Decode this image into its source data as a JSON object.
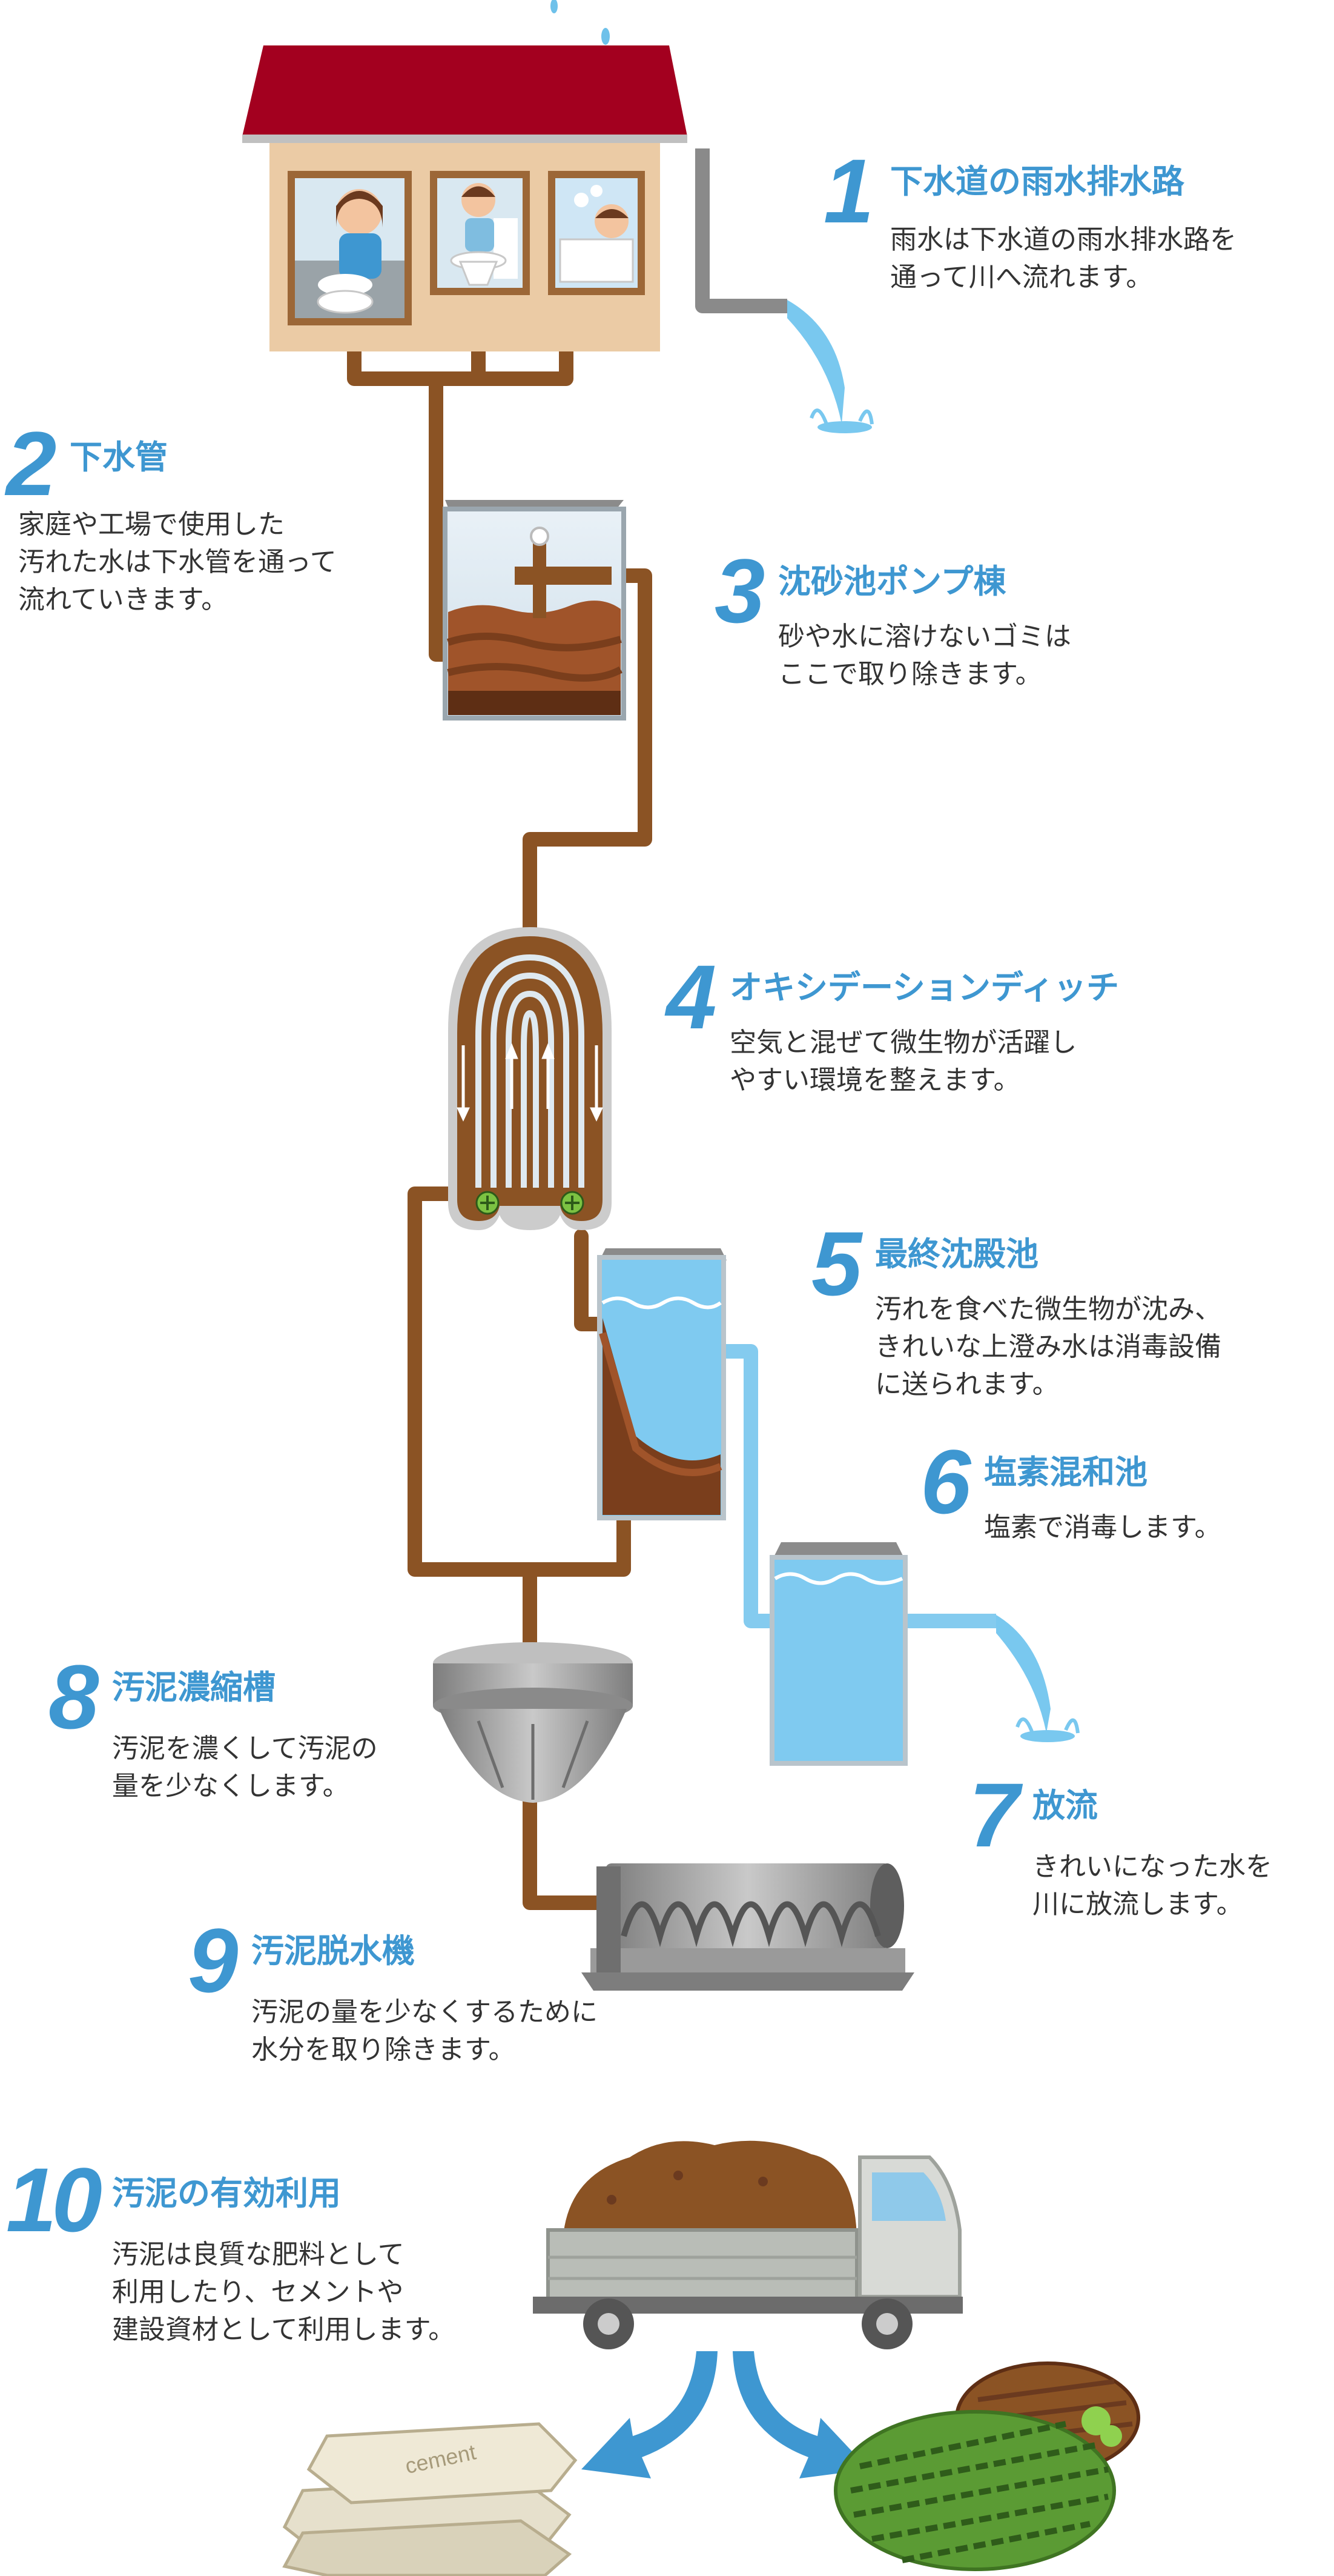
{
  "steps": [
    {
      "num": "1",
      "title": "下水道の雨水排水路",
      "desc": "雨水は下水道の雨水排水路を\n通って川へ流れます。"
    },
    {
      "num": "2",
      "title": "下水管",
      "desc": "家庭や工場で使用した\n汚れた水は下水管を通って\n流れていきます。"
    },
    {
      "num": "3",
      "title": "沈砂池ポンプ棟",
      "desc": "砂や水に溶けないゴミは\nここで取り除きます。"
    },
    {
      "num": "4",
      "title": "オキシデーションディッチ",
      "desc": "空気と混ぜて微生物が活躍し\nやすい環境を整えます。"
    },
    {
      "num": "5",
      "title": "最終沈殿池",
      "desc": "汚れを食べた微生物が沈み、\nきれいな上澄み水は消毒設備\nに送られます。"
    },
    {
      "num": "6",
      "title": "塩素混和池",
      "desc": "塩素で消毒します。"
    },
    {
      "num": "7",
      "title": "放流",
      "desc": "きれいになった水を\n川に放流します。"
    },
    {
      "num": "8",
      "title": "汚泥濃縮槽",
      "desc": "汚泥を濃くして汚泥の\n量を少なくします。"
    },
    {
      "num": "9",
      "title": "汚泥脱水機",
      "desc": "汚泥の量を少なくするために\n水分を取り除きます。"
    },
    {
      "num": "10",
      "title": "汚泥の有効利用",
      "desc": "汚泥は良質な肥料として\n利用したり、セメントや\n建設資材として利用します。"
    }
  ],
  "labels": {
    "cement_bag": "cement"
  },
  "colors": {
    "accent": "#3e97d1",
    "pipe": "#8b5324",
    "water": "#79c8ef",
    "roof": "#a3001f",
    "metal": "#9a9a9a"
  }
}
